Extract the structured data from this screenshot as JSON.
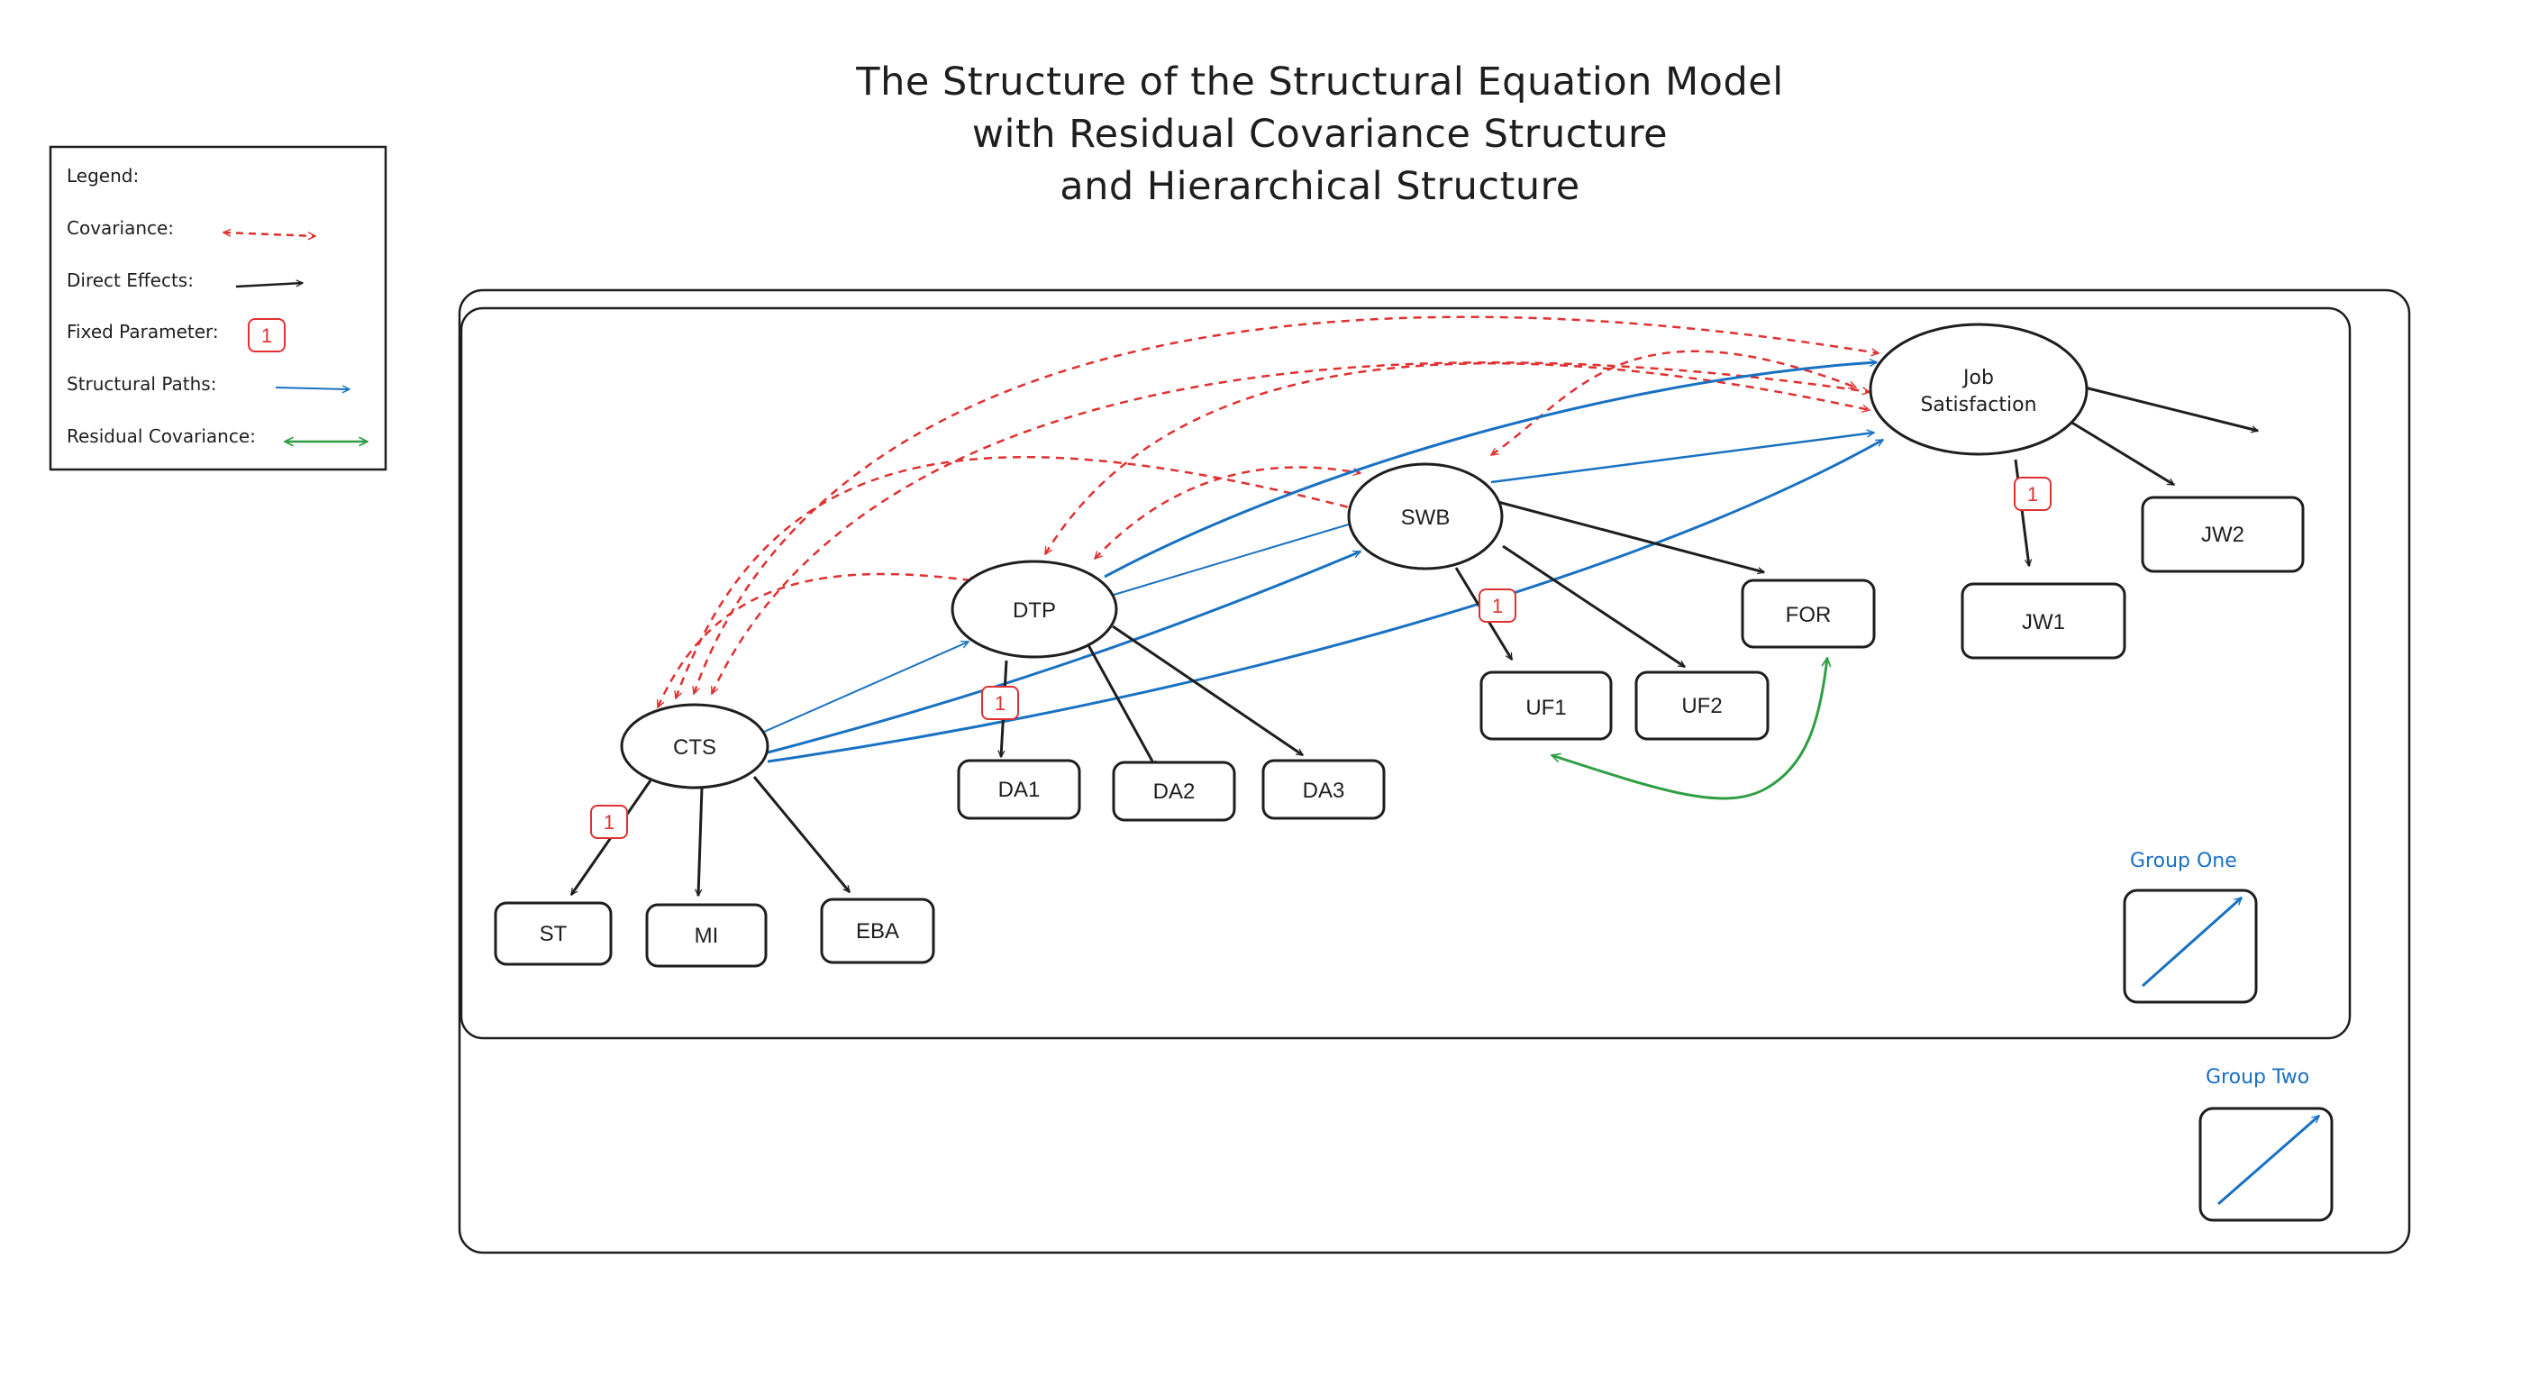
{
  "title": {
    "line1": "The Structure of the Structural Equation Model",
    "line2": "with Residual Covariance Structure",
    "line3": "and Hierarchical Structure"
  },
  "legend": {
    "heading": "Legend:",
    "covariance": "Covariance:",
    "direct_effects": "Direct Effects:",
    "fixed_parameter": "Fixed Parameter:",
    "fixed_value": "1",
    "structural_paths": "Structural Paths:",
    "residual_covariance": "Residual Covariance:"
  },
  "latents": {
    "cts": "CTS",
    "dtp": "DTP",
    "swb": "SWB",
    "job_line1": "Job",
    "job_line2": "Satisfaction"
  },
  "indicators": {
    "st": "ST",
    "mi": "MI",
    "eba": "EBA",
    "da1": "DA1",
    "da2": "DA2",
    "da3": "DA3",
    "uf1": "UF1",
    "uf2": "UF2",
    "for": "FOR",
    "jw1": "JW1",
    "jw2": "JW2"
  },
  "fixed_labels": {
    "cts": "1",
    "dtp": "1",
    "swb": "1",
    "job": "1"
  },
  "groups": {
    "one": "Group One",
    "two": "Group Two"
  },
  "colors": {
    "covariance": "#e03131",
    "direct": "#1e1e1e",
    "structural": "#1971c2",
    "residual": "#2f9e44"
  }
}
